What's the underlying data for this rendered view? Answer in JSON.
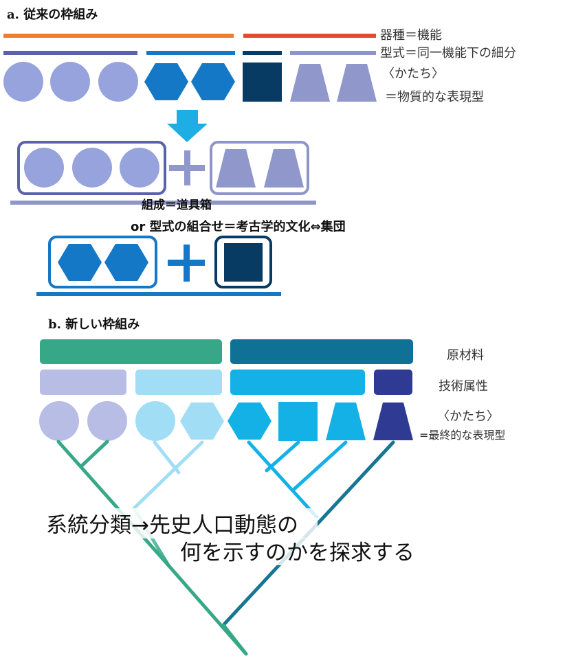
{
  "panel_a": {
    "title": "a. 従来の枠組み",
    "legend": {
      "function": "器種＝機能",
      "type": "型式＝同一機能下の細分",
      "form_1": "〈かたち〉",
      "form_2": "＝物質的な表現型"
    },
    "assemblage_label": "組成＝道具箱",
    "combination_label": "or 型式の組合せ＝考古学的文化⇔集団",
    "plus_symbol": "+"
  },
  "panel_b": {
    "title": "b. 新しい枠組み",
    "legend": {
      "raw_material": "原材料",
      "technology": "技術属性",
      "form_1": "〈かたち〉",
      "form_2": "=最終的な表現型"
    },
    "caption_1": "系統分類→先史人口動態の",
    "caption_2": "何を示すのかを探求する"
  },
  "colors": {
    "orange": "#ED7D31",
    "red": "#E04B2E",
    "periwinkle": "#5A62AC",
    "blue": "#1478C6",
    "navy": "#073B63",
    "light_periwinkle": "#8E95C8",
    "shape_circle": "#97A3DC",
    "shape_trapezoid": "#8F97CB",
    "down_arrow": "#1EAEE4",
    "green": "#36A887",
    "teal": "#0E7195",
    "lavender": "#B7BDE4",
    "light_cyan": "#A1DEF6",
    "cyan": "#13B1E6",
    "dark_blue": "#2F3B93",
    "tree_teal": "#167593"
  }
}
